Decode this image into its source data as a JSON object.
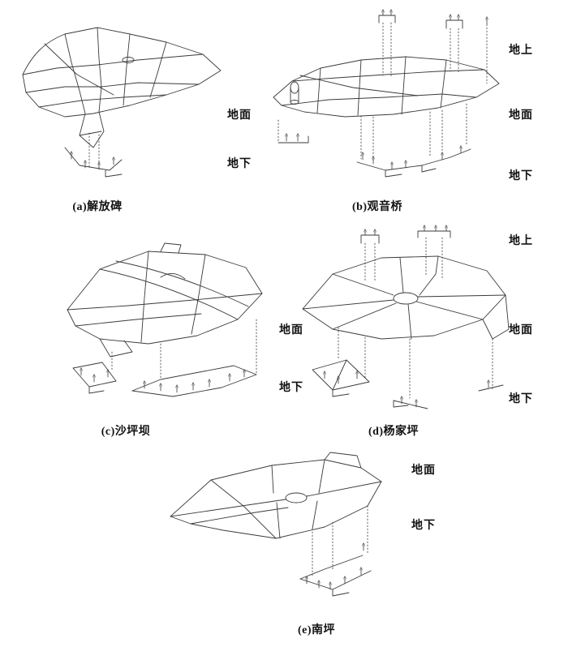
{
  "figure": {
    "line_color": "#3a3a3a",
    "panels": [
      {
        "id": "a",
        "caption": "(a)解放碑",
        "layers": [
          {
            "label": "地面"
          },
          {
            "label": "地下"
          }
        ]
      },
      {
        "id": "b",
        "caption": "(b)观音桥",
        "layers": [
          {
            "label": "地上"
          },
          {
            "label": "地面"
          },
          {
            "label": "地下"
          }
        ]
      },
      {
        "id": "c",
        "caption": "(c)沙坪坝",
        "layers": [
          {
            "label": "地面"
          },
          {
            "label": "地下"
          }
        ]
      },
      {
        "id": "d",
        "caption": "(d)杨家坪",
        "layers": [
          {
            "label": "地上"
          },
          {
            "label": "地面"
          },
          {
            "label": "地下"
          }
        ]
      },
      {
        "id": "e",
        "caption": "(e)南坪",
        "layers": [
          {
            "label": "地面"
          },
          {
            "label": "地下"
          }
        ]
      }
    ]
  }
}
